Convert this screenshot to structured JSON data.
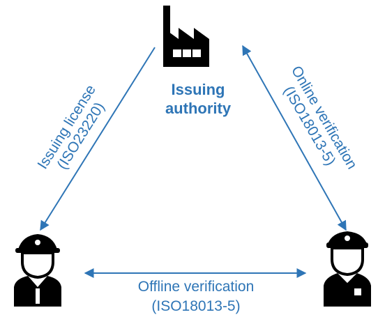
{
  "nodes": {
    "authority": {
      "line1": "Issuing",
      "line2": "authority",
      "icon": "factory-icon"
    },
    "holder": {
      "icon": "pilot-officer-icon"
    },
    "verifier": {
      "icon": "police-officer-icon"
    }
  },
  "edges": {
    "issuing": {
      "line1": "Issuing license",
      "line2": "(ISO23220)"
    },
    "online": {
      "line1": "Online verification",
      "line2": "(ISO18013-5)"
    },
    "offline": {
      "line1": "Offline verification",
      "line2": "(ISO18013-5)"
    }
  },
  "colors": {
    "accent": "#2e75b6",
    "icon": "#000000"
  }
}
